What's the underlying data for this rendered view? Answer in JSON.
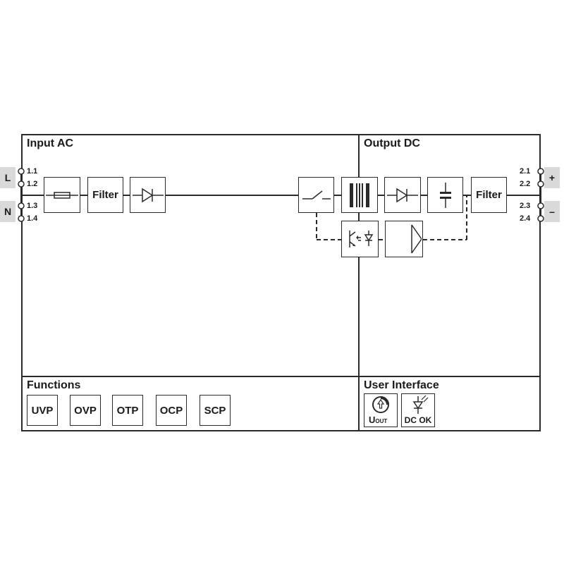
{
  "sections": {
    "input": "Input AC",
    "output": "Output DC",
    "functions": "Functions",
    "user_interface": "User Interface"
  },
  "input_terminals": {
    "L": {
      "label": "L",
      "pins": [
        "1.1",
        "1.2"
      ]
    },
    "N": {
      "label": "N",
      "pins": [
        "1.3",
        "1.4"
      ]
    }
  },
  "output_terminals": {
    "plus": {
      "label": "+",
      "pins": [
        "2.1",
        "2.2"
      ]
    },
    "minus": {
      "label": "–",
      "pins": [
        "2.3",
        "2.4"
      ]
    }
  },
  "blocks": {
    "input_filter": "Filter",
    "output_filter": "Filter"
  },
  "functions": [
    "UVP",
    "OVP",
    "OTP",
    "OCP",
    "SCP"
  ],
  "user_interface": {
    "uout_main": "U",
    "uout_sub": "OUT",
    "dc_ok": "DC OK"
  },
  "icons": [
    "fuse-icon",
    "diode-icon",
    "switch-icon",
    "transformer-icon",
    "capacitor-icon",
    "optocoupler-icon",
    "controller-icon",
    "potentiometer-icon",
    "led-icon"
  ]
}
